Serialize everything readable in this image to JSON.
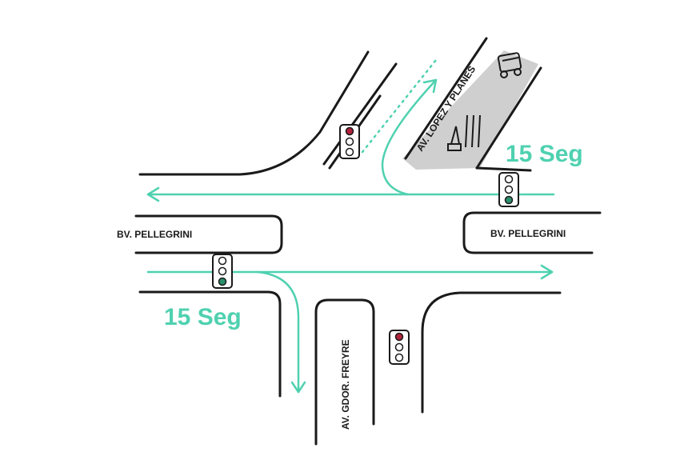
{
  "streets": {
    "pellegrini_left": "BV. PELLEGRINI",
    "pellegrini_right": "BV. PELLEGRINI",
    "lopez_y_planes": "AV. LOPEZ Y PLANES",
    "gdor_freyre": "AV. GDOR. FREYRE"
  },
  "timers": {
    "right": "15 Seg",
    "left": "15 Seg"
  },
  "lights": [
    {
      "id": "upper-left",
      "active": "red"
    },
    {
      "id": "upper-right",
      "active": "green"
    },
    {
      "id": "lower-left",
      "active": "green"
    },
    {
      "id": "lower-right",
      "active": "red"
    }
  ],
  "colors": {
    "accent": "#4fd1b0",
    "red": "#b0233a",
    "green": "#2b8f6b",
    "road": "#1a1a1a",
    "zone": "#cfcfcf"
  },
  "icons": [
    "bus-icon",
    "pedestrian-zone-icon"
  ]
}
